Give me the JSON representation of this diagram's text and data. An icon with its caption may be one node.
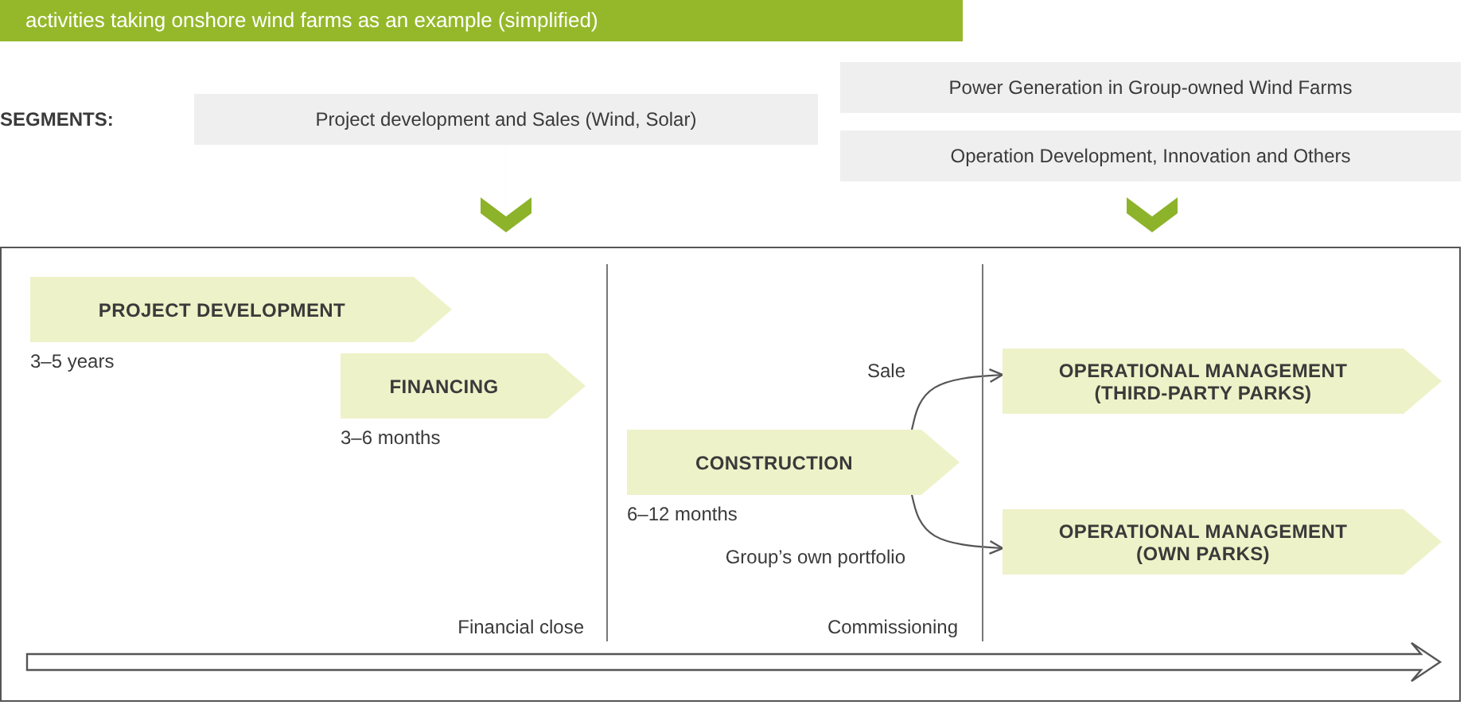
{
  "diagram": {
    "title": "activities taking onshore wind farms as an example (simplified)",
    "nodes": [
      {
        "text": [
          "Project development and Sales (Wind, Solar)"
        ]
      },
      {
        "text": [
          "Power Generation in Group-owned Wind Farms"
        ]
      },
      {
        "text": [
          "Operation Development, Innovation and Others"
        ]
      },
      {
        "text": [],
        "shape": "box"
      },
      {
        "text": [
          "PROJECT DEVELOPMENT"
        ],
        "in": 3,
        "beside": [
          "3–5 years"
        ]
      },
      {
        "text": [
          "FINANCING"
        ],
        "in": 3,
        "beside": [
          "3–6 months"
        ]
      },
      {
        "text": [
          "CONSTRUCTION"
        ],
        "in": 3,
        "beside": [
          "6–12 months"
        ]
      },
      {
        "text": [
          "OPERATIONAL MANAGEMENT (THIRD-PARTY PARKS)"
        ],
        "in": 3
      },
      {
        "text": [
          "OPERATIONAL MANAGEMENT (OWN PARKS)"
        ],
        "in": 3
      }
    ],
    "edges": [
      {
        "from": 0,
        "to": 3,
        "arrow": "to",
        "color": "#8db32b"
      },
      {
        "from": 2,
        "to": 3,
        "arrow": "to",
        "color": "#8db32b"
      },
      {
        "from": 6,
        "to": 7,
        "arrow": "to",
        "label": "Sale",
        "color": "#555555"
      },
      {
        "from": 6,
        "to": 8,
        "arrow": "to",
        "label": "Group’s own portfolio",
        "color": "#555555"
      }
    ],
    "labels": [
      "SEGMENTS:",
      "Financial close",
      "Commissioning"
    ]
  }
}
